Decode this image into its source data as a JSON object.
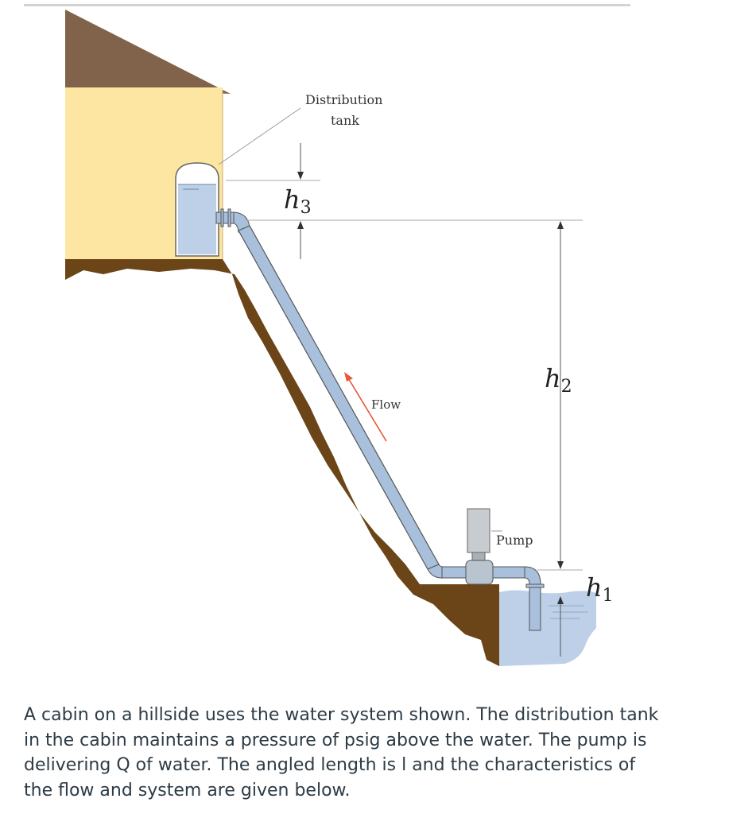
{
  "figure": {
    "labels": {
      "distribution_tank_line1": "Distribution",
      "distribution_tank_line2": "tank",
      "h3_base": "h",
      "h3_sub": "3",
      "h2_base": "h",
      "h2_sub": "2",
      "h1_base": "h",
      "h1_sub": "1",
      "flow": "Flow",
      "pump": "Pump"
    },
    "colors": {
      "roof": "#80634a",
      "wall": "#fde6a1",
      "soil": "#6b4418",
      "water": "#bdd0e8",
      "pipe": "#a8c0dc",
      "flow_arrow": "#e8553a"
    }
  },
  "caption": {
    "text": "A cabin on a hillside uses the water system shown. The distribution tank in the cabin maintains a pressure of   psig above the water. The pump is delivering Q of water. The angled length is l and the characteristics of the flow and system are given below."
  }
}
